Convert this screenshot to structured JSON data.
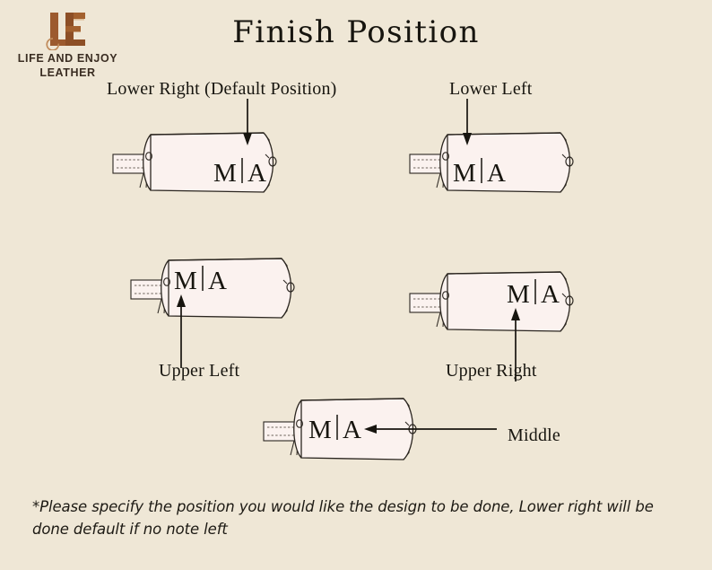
{
  "brand": {
    "logo_icon": "le-monogram-icon",
    "name": "LIFE AND ENJOY\nLEATHER",
    "logo_color": "#9c5a2e"
  },
  "header": {
    "title": "Finish Position"
  },
  "monogram": {
    "text": "M|A",
    "left_initial": "M",
    "divider": "|",
    "right_initial": "A"
  },
  "colors": {
    "background": "#efe7d6",
    "bag_fill": "#fbf2ef",
    "outline": "#2b2620",
    "ink": "#17150f",
    "brand_brown": "#9c5a2e"
  },
  "positions": [
    {
      "id": "lower-right",
      "label": "Lower Right (Default Position)",
      "arrow": "down",
      "monogram_anchor": "lower-right"
    },
    {
      "id": "lower-left",
      "label": "Lower Left",
      "arrow": "down",
      "monogram_anchor": "lower-left"
    },
    {
      "id": "upper-left",
      "label": "Upper Left",
      "arrow": "up",
      "monogram_anchor": "upper-left"
    },
    {
      "id": "upper-right",
      "label": "Upper Right",
      "arrow": "up",
      "monogram_anchor": "upper-right"
    },
    {
      "id": "middle",
      "label": "Middle",
      "arrow": "left",
      "monogram_anchor": "middle"
    }
  ],
  "footer": {
    "note": "*Please specify the position you would like the design to be done, Lower right will be done default if no note left"
  }
}
